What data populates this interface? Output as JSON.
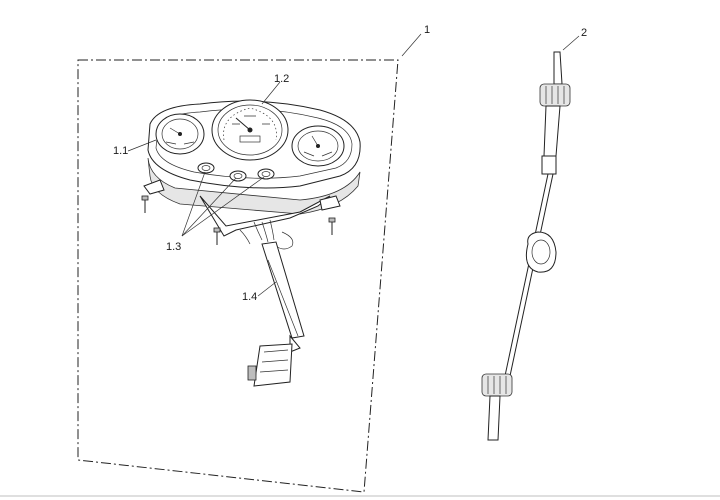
{
  "callouts": {
    "assembly": "1",
    "cable": "2",
    "gauge_left": "1.1",
    "gauge_center": "1.2",
    "indicator_lamps": "1.3",
    "wiring_harness": "1.4"
  }
}
